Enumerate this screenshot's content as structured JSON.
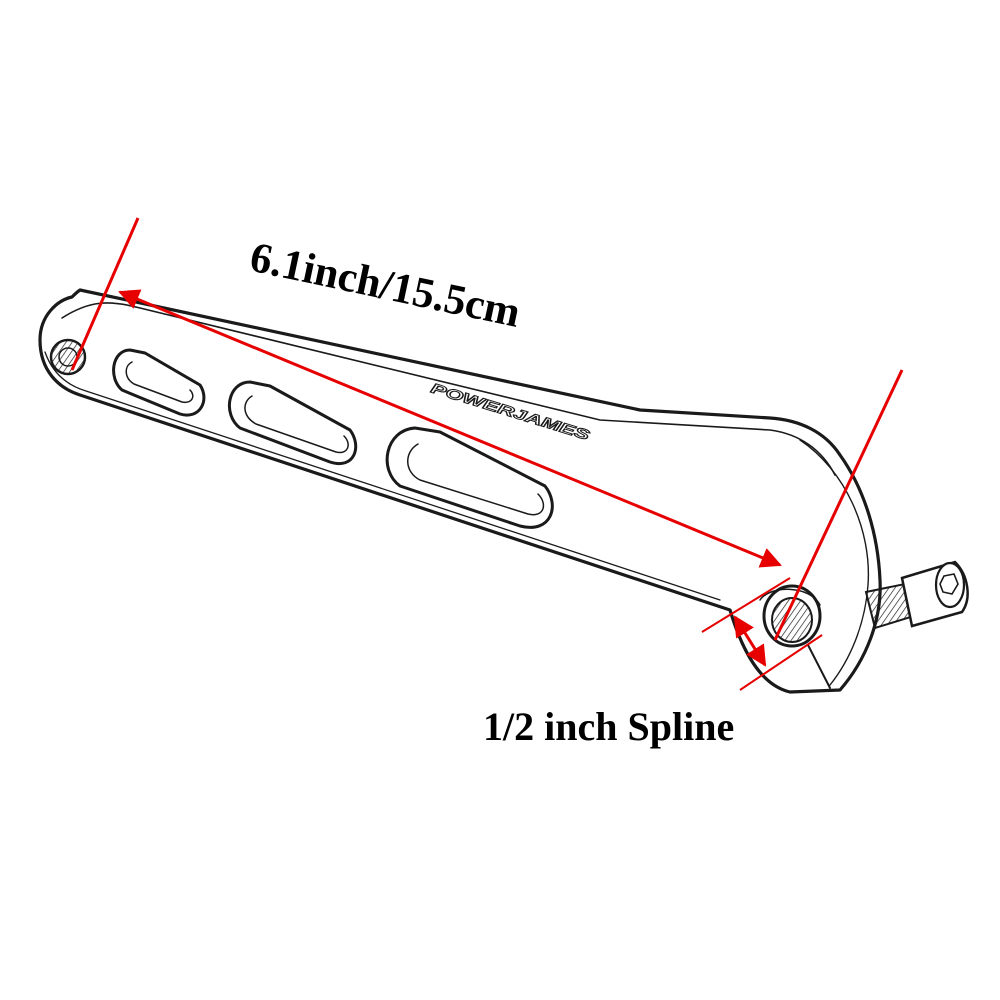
{
  "labels": {
    "length": "6.1inch/15.5cm",
    "spline": "1/2 inch Spline"
  },
  "part": {
    "brand_logo": "POWERJAMES"
  },
  "colors": {
    "dimension": "#e60000",
    "outline": "#1a1a1a",
    "background": "#ffffff",
    "text": "#000000"
  },
  "icons": [
    "bolt-icon",
    "clamp-screw-icon",
    "spline-hole-icon",
    "arrowhead-icon"
  ]
}
